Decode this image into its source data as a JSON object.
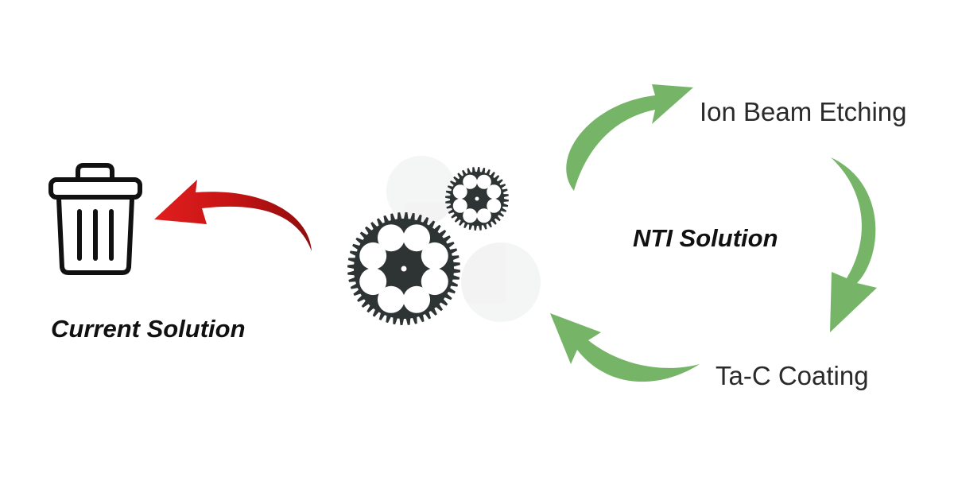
{
  "diagram": {
    "current_solution": {
      "label": "Current Solution",
      "icon": "trash-can-icon",
      "arrow_color": "#d01818"
    },
    "nti_solution": {
      "label": "NTI Solution",
      "arrow_color": "#76b567",
      "steps": [
        {
          "label": "Ion Beam Etching"
        },
        {
          "label": "Ta-C Coating"
        }
      ]
    },
    "gear_color": "#2e3434"
  }
}
